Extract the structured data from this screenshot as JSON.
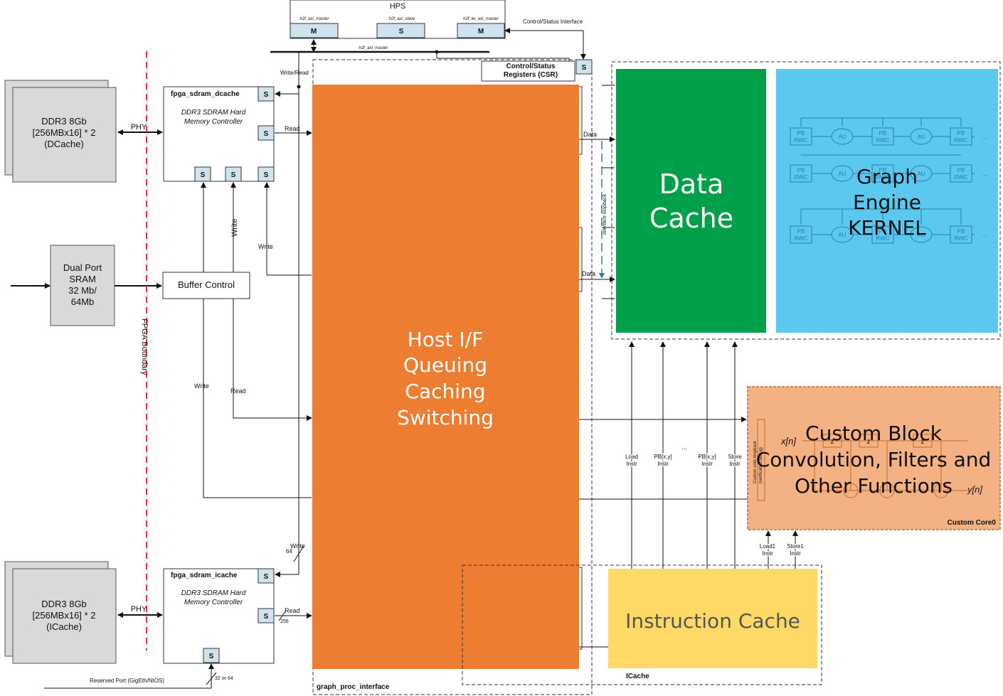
{
  "hps": {
    "title": "HPS",
    "port_labels": [
      "h2f_axi_master",
      "h2f_axi_slave",
      "h2f_lw_axi_master"
    ],
    "port_types": [
      "M",
      "S",
      "M"
    ],
    "bus_label": "h2f_axi_master",
    "control_status_interface": "Control/Status Interface",
    "write_read": "Write/Read"
  },
  "csr": {
    "line1": "Control/Status",
    "line2": "Registers (CSR)",
    "port": "S"
  },
  "ddr_dcache": {
    "line1": "DDR3 8Gb",
    "line2": "[256MBx16] * 2",
    "line3": "(DCache)",
    "phy": "PHY"
  },
  "ddr_icache": {
    "line1": "DDR3 8Gb",
    "line2": "[256MBx16] * 2",
    "line3": "(ICache)",
    "phy": "PHY"
  },
  "sram": {
    "line1": "Dual Port",
    "line2": "SRAM",
    "line3": "32 Mb/",
    "line4": "64Mb"
  },
  "fpga_boundary": "FPGA Boundary",
  "dcache_ctrl": {
    "title": "fpga_sdram_dcache",
    "sub1": "DDR3 SDRAM Hard",
    "sub2": "Memory Controller",
    "port": "S"
  },
  "icache_ctrl": {
    "title": "fpga_sdram_icache",
    "sub1": "DDR3 SDRAM Hard",
    "sub2": "Memory Controller",
    "port": "S"
  },
  "buffer_control": "Buffer Control",
  "labels": {
    "read": "Read",
    "write": "Write",
    "data": "Data",
    "write_64": "64",
    "read_256": "256",
    "reserved_port": "Reserved Port (GigEth/NIOS)",
    "width_32_64": "32 or 64",
    "interface_loopback": "interface loopback"
  },
  "host_if": {
    "line1": "Host I/F",
    "line2": "Queuing",
    "line3": "Caching",
    "line4": "Switching"
  },
  "graph_proc_interface": "graph_proc_interface",
  "data_cache": {
    "line1": "Data",
    "line2": "Cache"
  },
  "graph_engine": {
    "line1": "Graph",
    "line2": "Engine",
    "line3": "KERNEL",
    "pb_top": "PB",
    "pb_bottom": "RWC",
    "au": "AU",
    "ellipsis": "..."
  },
  "instr_labels": {
    "load": [
      "Load",
      "Instr"
    ],
    "pb1": [
      "PB[x,y]",
      "Instr"
    ],
    "dots": "...",
    "pb2": [
      "PB[x,y]",
      "Instr"
    ],
    "store": [
      "Store",
      "Instr"
    ],
    "load1": [
      "Load1",
      "Instr"
    ],
    "store1": [
      "Store1",
      "Instr"
    ]
  },
  "custom_block": {
    "line1": "Custom Block",
    "line2": "Convolution, Filters and",
    "line3": "Other Functions",
    "core": "Custom Core0",
    "xn": "x[n]",
    "yn": "y[n]",
    "z": "z",
    "side1": "Custom core loopback",
    "side2": "(verification debug)"
  },
  "instruction_cache": "Instruction Cache",
  "icache_label": "ICache",
  "colors": {
    "host_if": "#ED7D31",
    "data_cache": "#00A04A",
    "graph_engine": "#5BC8F0",
    "instruction_cache": "#FFD966",
    "custom_block": "#F4B183",
    "port_fill": "#CFE3EF",
    "ddr_fill": "#D9D9D9",
    "fpga_boundary": "#E8313A"
  }
}
